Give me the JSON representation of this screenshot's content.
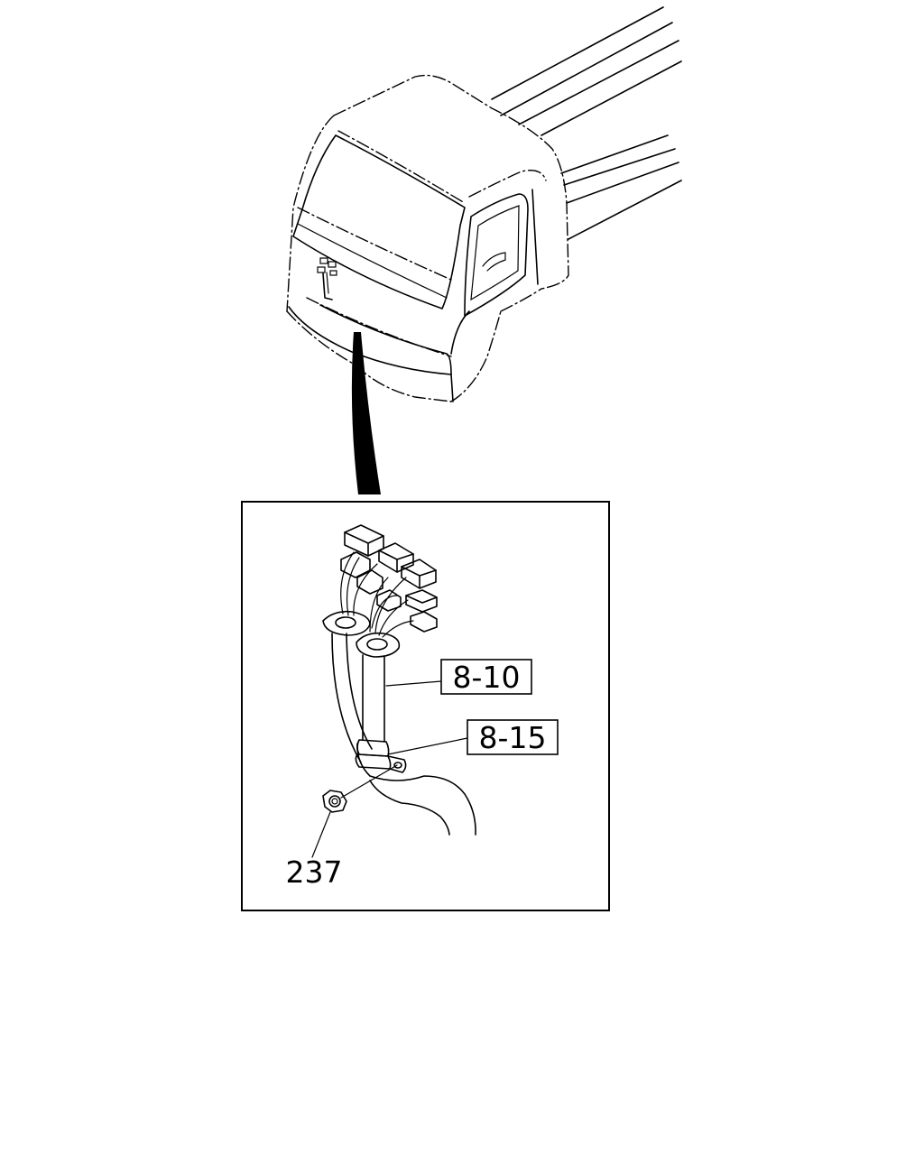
{
  "callouts": {
    "part_a": "8-10",
    "part_b": "8-15",
    "part_c": "237"
  }
}
